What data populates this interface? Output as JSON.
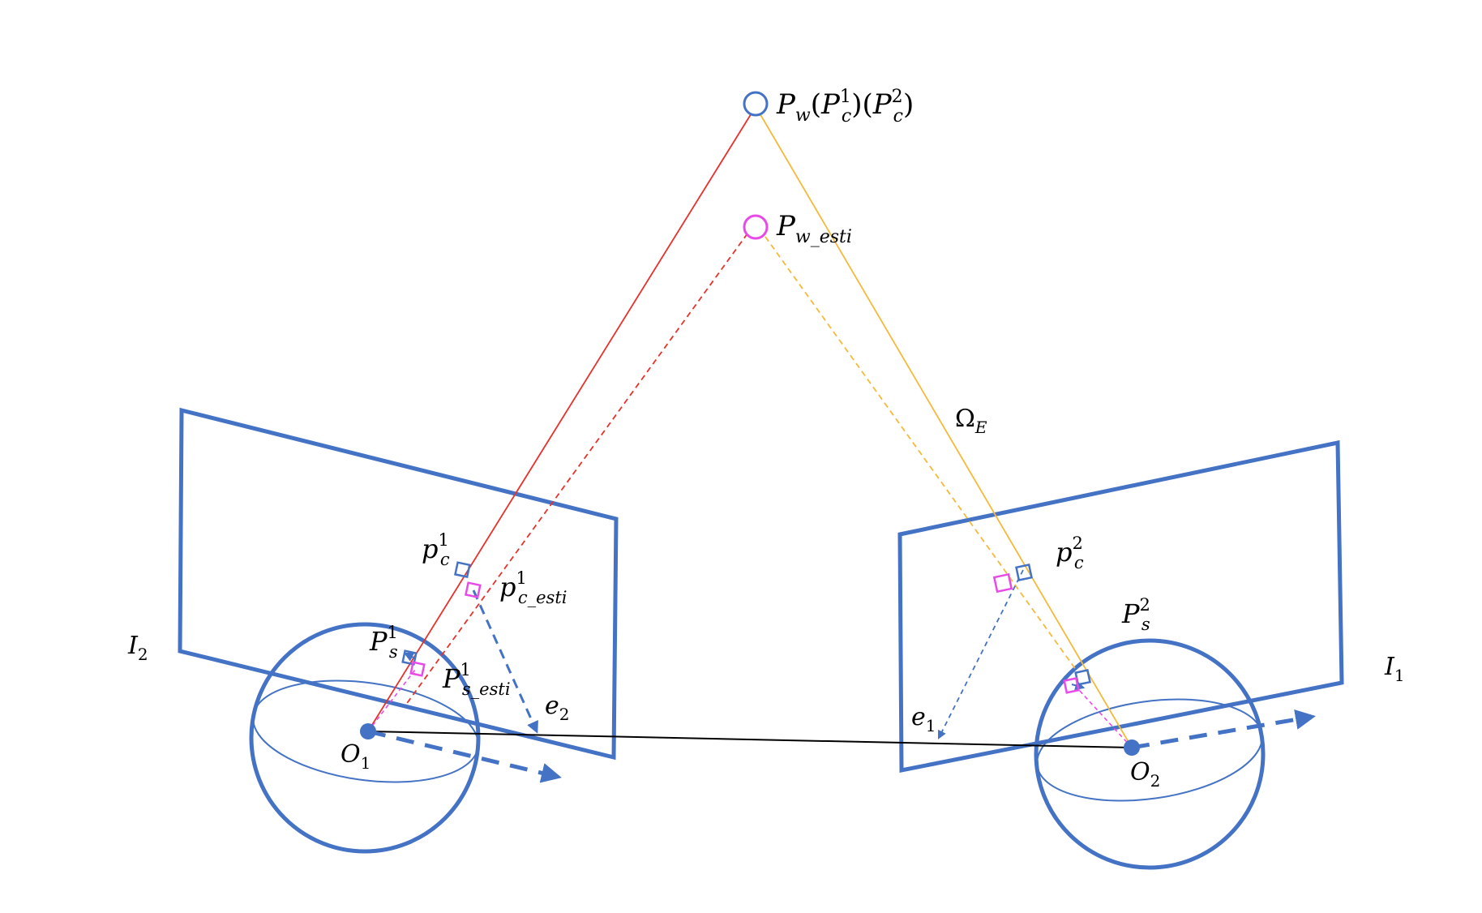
{
  "colors": {
    "blue": "#4472C4",
    "red": "#E8312A",
    "orange": "#F5B93A",
    "magenta": "#E84AE8",
    "black": "#000000"
  },
  "labels": {
    "pw_base": "P",
    "pw_sub": "w",
    "pw_paren_open_1": "(",
    "pw_pc1_base": "P",
    "pw_pc1_sub": "c",
    "pw_pc1_sup": "1",
    "pw_paren_close_1": ")(",
    "pw_pc2_base": "P",
    "pw_pc2_sub": "c",
    "pw_pc2_sup": "2",
    "pw_paren_close_2": ")",
    "pwe_base": "P",
    "pwe_sub": "w_esti",
    "omega_base": "Ω",
    "omega_sub": "E",
    "pc1_base": "p",
    "pc1_sub": "c",
    "pc1_sup": "1",
    "pce1_base": "p",
    "pce1_sub": "c_esti",
    "pce1_sup": "1",
    "ps1_base": "P",
    "ps1_sub": "s",
    "ps1_sup": "1",
    "pse1_base": "P",
    "pse1_sub": "s_esti",
    "pse1_sup": "1",
    "pc2_base": "p",
    "pc2_sub": "c",
    "pc2_sup": "2",
    "ps2_base": "P",
    "ps2_sub": "s",
    "ps2_sup": "2",
    "e1_base": "e",
    "e1_sub": "1",
    "e2_base": "e",
    "e2_sub": "2",
    "o1_base": "O",
    "o1_sub": "1",
    "o2_base": "O",
    "o2_sub": "2",
    "i1_base": "I",
    "i1_sub": "1",
    "i2_base": "I",
    "i2_sub": "2"
  }
}
